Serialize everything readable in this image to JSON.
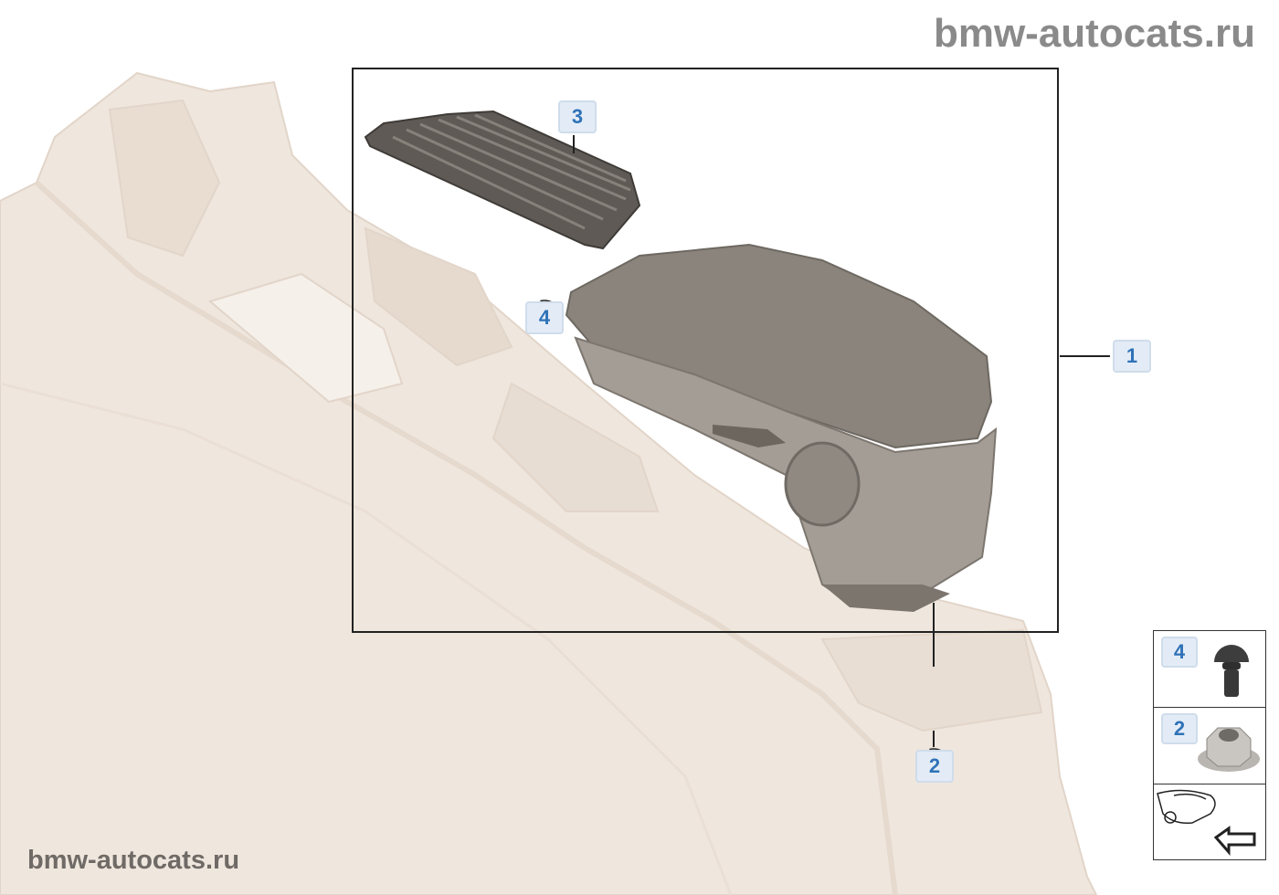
{
  "watermark_top": "bmw-autocats.ru",
  "watermark_bottom": "bmw-autocats.ru",
  "callouts": [
    {
      "label": "3",
      "part": "armrest-mat"
    },
    {
      "label": "4",
      "part": "ball-stud"
    },
    {
      "label": "1",
      "part": "armrest"
    },
    {
      "label": "2",
      "part": "hex-flange-nut"
    }
  ],
  "side_panel": [
    {
      "label": "4",
      "icon": "ball-stud-icon"
    },
    {
      "label": "2",
      "icon": "hex-nut-icon"
    },
    {
      "icon": "car-front-arrow-icon"
    }
  ],
  "colors": {
    "callout_bg": "#e3ecf6",
    "callout_text": "#2f72b8",
    "console": "#efe5dc",
    "armrest": "#8a847c"
  }
}
